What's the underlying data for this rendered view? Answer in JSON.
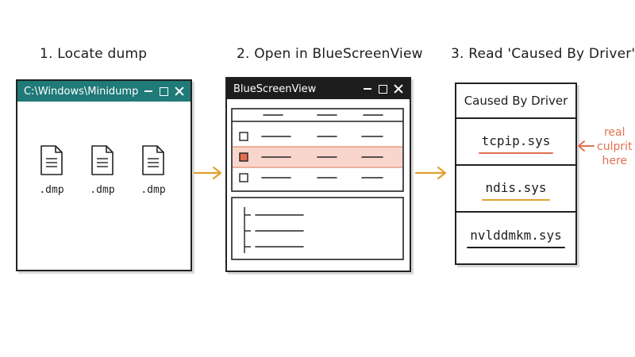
{
  "steps": [
    {
      "title": "1. Locate dump"
    },
    {
      "title": "2. Open in BlueScreenView"
    },
    {
      "title": "3. Read 'Caused By Driver'"
    }
  ],
  "explorer": {
    "title": "C:\\Windows\\Minidump",
    "titlebar_color": "#1f7a78",
    "files": [
      ".dmp",
      ".dmp",
      ".dmp"
    ]
  },
  "bluescreenview": {
    "title": "BlueScreenView",
    "titlebar_color": "#1d1d1d",
    "highlight_color": "#f9d6cc",
    "rows": [
      {
        "highlighted": false
      },
      {
        "highlighted": true
      },
      {
        "highlighted": false
      }
    ]
  },
  "driver_table": {
    "header": "Caused By Driver",
    "rows": [
      {
        "name": "tcpip.sys",
        "underline": "#e07050"
      },
      {
        "name": "ndis.sys",
        "underline": "#e0a030"
      },
      {
        "name": "nvlddmkm.sys",
        "underline": "#1d1d1d"
      }
    ]
  },
  "annotation": {
    "lines": [
      "real",
      "culprit",
      "here"
    ],
    "color": "#e07050"
  },
  "arrow_color": "#e0a030"
}
